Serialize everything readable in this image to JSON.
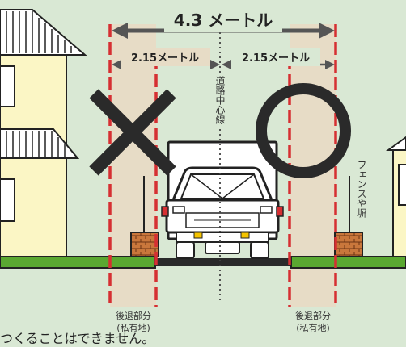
{
  "dimensions": {
    "total": "4.3 メートル",
    "left_half": "2.15メートル",
    "right_half": "2.15メートル"
  },
  "labels": {
    "road_center": "道路中心線",
    "fence": "フェンスや塀",
    "setback_left_1": "後退部分",
    "setback_left_2": "(私有地)",
    "setback_right_1": "後退部分",
    "setback_right_2": "(私有地)",
    "caption": "つくることはできません。"
  },
  "marks": {
    "wrong": "cross-mark-icon",
    "right": "circle-mark-icon"
  },
  "colors": {
    "background": "#d9e8d4",
    "setback_zone": "#e7dcc6",
    "boundary_line": "#d62f32",
    "dimension": "#555555",
    "grass": "#5aa831",
    "road": "#2a2a2a",
    "brick": "#c9773c",
    "house_wall": "#fbf6c5"
  }
}
